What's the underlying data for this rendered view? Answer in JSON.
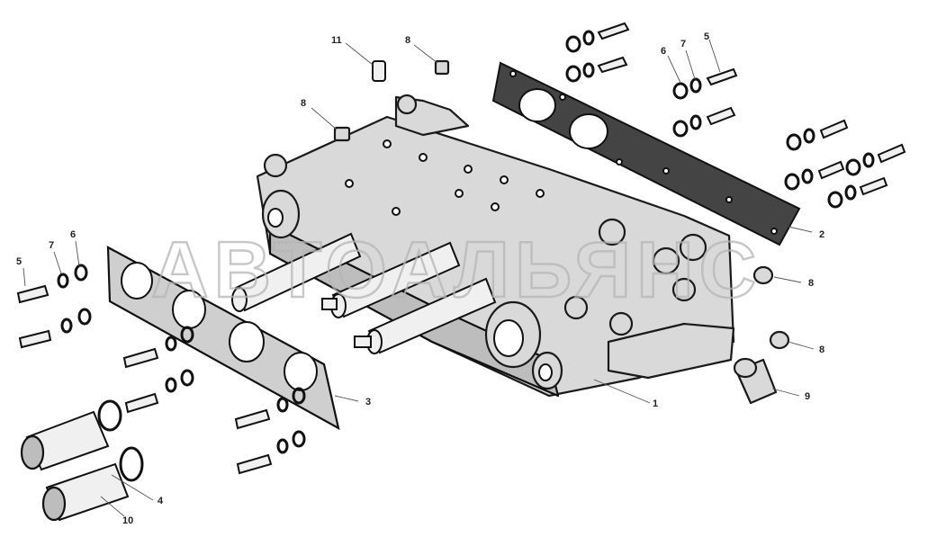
{
  "watermark": "АВТОАЛЬЯНС",
  "callouts": [
    "1",
    "2",
    "3",
    "4",
    "5",
    "6",
    "7",
    "8",
    "9",
    "10",
    "11"
  ],
  "colors": {
    "ink": "#111111",
    "watermark": "#b5b5b5",
    "background": "#ffffff"
  }
}
